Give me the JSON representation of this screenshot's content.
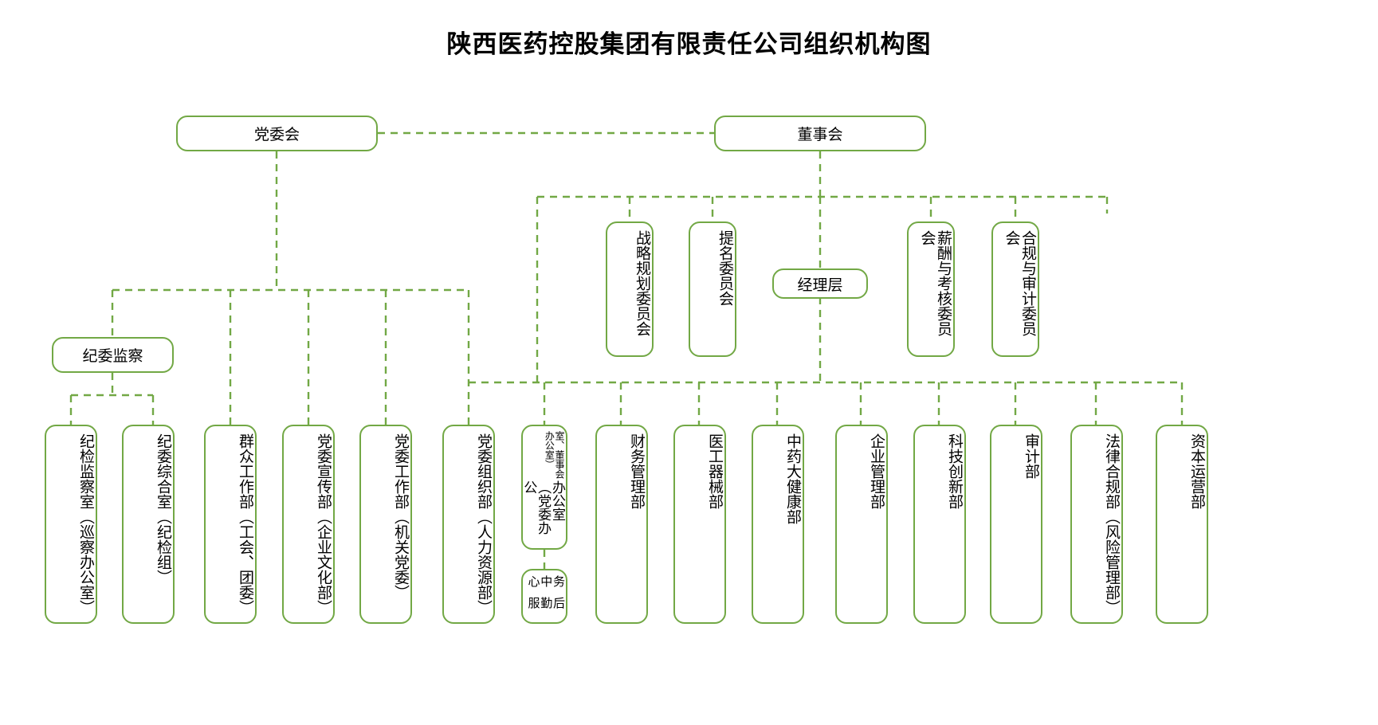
{
  "title": "陕西医药控股集团有限责任公司组织机构图",
  "theme": {
    "line_color": "#72a845",
    "box_border": "#72a845",
    "text_color": "#000000",
    "background": "#ffffff"
  },
  "chart_data": {
    "type": "diagram",
    "diagram_kind": "org-chart",
    "title": "陕西医药控股集团有限责任公司组织机构图",
    "line_style": "dashed",
    "nodes": [
      {
        "id": "party_committee",
        "label": "党委会",
        "orientation": "horizontal",
        "level": 0
      },
      {
        "id": "board",
        "label": "董事会",
        "orientation": "horizontal",
        "level": 0
      },
      {
        "id": "strategy_committee",
        "label": "战略规划委员会",
        "orientation": "vertical",
        "level": 1,
        "parent": "board"
      },
      {
        "id": "nomination_committee",
        "label": "提名委员会",
        "orientation": "vertical",
        "level": 1,
        "parent": "board"
      },
      {
        "id": "management",
        "label": "经理层",
        "orientation": "horizontal",
        "level": 1,
        "parent": "board"
      },
      {
        "id": "comp_committee",
        "label": "薪酬与考核委员会",
        "orientation": "vertical",
        "level": 1,
        "parent": "board"
      },
      {
        "id": "audit_committee",
        "label": "合规与审计委员会",
        "orientation": "vertical",
        "level": 1,
        "parent": "board"
      },
      {
        "id": "discipline",
        "label": "纪委监察",
        "orientation": "horizontal",
        "level": 1,
        "parent": "party_committee"
      },
      {
        "id": "dept_01",
        "label": "纪检监察室（巡察办公室）",
        "orientation": "vertical",
        "level": 2,
        "parent": "discipline"
      },
      {
        "id": "dept_02",
        "label": "纪委综合室（纪检组）",
        "orientation": "vertical",
        "level": 2,
        "parent": "discipline"
      },
      {
        "id": "dept_03",
        "label": "群众工作部（工会、团委）",
        "orientation": "vertical",
        "level": 2,
        "parent": "party_committee"
      },
      {
        "id": "dept_04",
        "label": "党委宣传部（企业文化部）",
        "orientation": "vertical",
        "level": 2,
        "parent": "party_committee"
      },
      {
        "id": "dept_05",
        "label": "党委工作部（机关党委）",
        "orientation": "vertical",
        "level": 2,
        "parent": "party_committee"
      },
      {
        "id": "dept_06",
        "label": "党委组织部（人力资源部）",
        "orientation": "vertical",
        "level": 2,
        "parent": "party_committee"
      },
      {
        "id": "dept_07",
        "label": "办公室（党委办公室、董事会办公室）",
        "orientation": "vertical",
        "level": 2,
        "parent": "management"
      },
      {
        "id": "dept_07_sub",
        "label": "后勤服务中心",
        "orientation": "vertical",
        "level": 3,
        "parent": "dept_07"
      },
      {
        "id": "dept_08",
        "label": "财务管理部",
        "orientation": "vertical",
        "level": 2,
        "parent": "management"
      },
      {
        "id": "dept_09",
        "label": "医工器械部",
        "orientation": "vertical",
        "level": 2,
        "parent": "management"
      },
      {
        "id": "dept_10",
        "label": "中药大健康部",
        "orientation": "vertical",
        "level": 2,
        "parent": "management"
      },
      {
        "id": "dept_11",
        "label": "企业管理部",
        "orientation": "vertical",
        "level": 2,
        "parent": "management"
      },
      {
        "id": "dept_12",
        "label": "科技创新部",
        "orientation": "vertical",
        "level": 2,
        "parent": "management"
      },
      {
        "id": "dept_13",
        "label": "审计部",
        "orientation": "vertical",
        "level": 2,
        "parent": "management"
      },
      {
        "id": "dept_14",
        "label": "法律合规部（风险管理部）",
        "orientation": "vertical",
        "level": 2,
        "parent": "management"
      },
      {
        "id": "dept_15",
        "label": "资本运营部",
        "orientation": "vertical",
        "level": 2,
        "parent": "management"
      }
    ]
  },
  "top": {
    "party_committee": "党委会",
    "board": "董事会"
  },
  "committees": {
    "strategy": "战略规划委员会",
    "nomination": "提名委员会",
    "management": "经理层",
    "compensation": "薪酬与考核委员会",
    "compliance_audit": "合规与审计委员会"
  },
  "discipline": {
    "head": "纪委监察"
  },
  "departments": {
    "d01": "纪检监察室（巡察办公室）",
    "d02": "纪委综合室（纪检组）",
    "d03": "群众工作部（工会、团委）",
    "d04": "党委宣传部（企业文化部）",
    "d05": "党委工作部（机关党委）",
    "d06": "党委组织部（人力资源部）",
    "d07_main": "办公室（党委办公",
    "d07_sub": "室、董事会办公室）",
    "d07_logistics_a": "后勤服",
    "d07_logistics_b": "务中心",
    "d08": "财务管理部",
    "d09": "医工器械部",
    "d10": "中药大健康部",
    "d11": "企业管理部",
    "d12": "科技创新部",
    "d13": "审计部",
    "d14": "法律合规部（风险管理部）",
    "d15": "资本运营部"
  }
}
